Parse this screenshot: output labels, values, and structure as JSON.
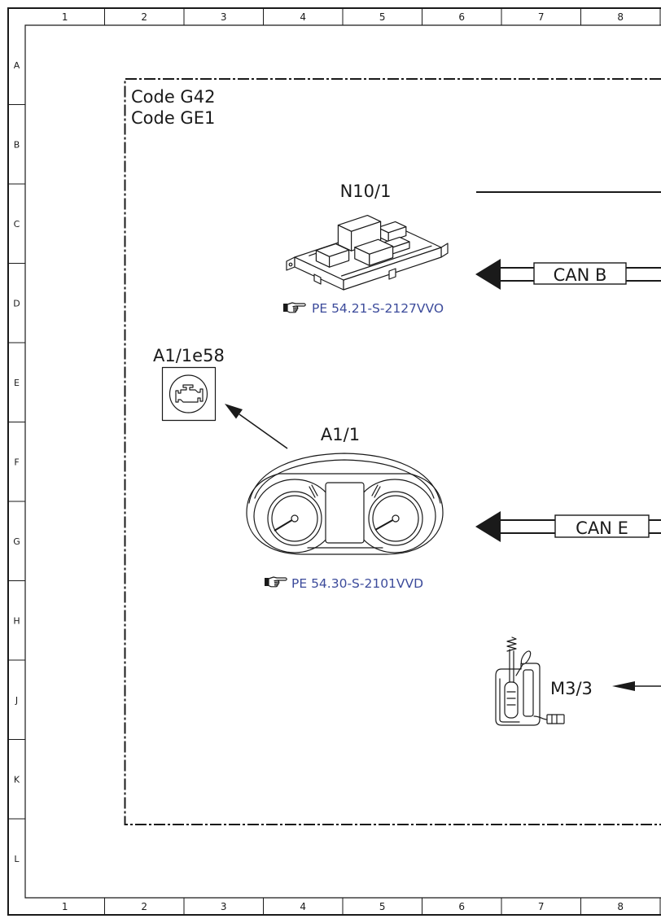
{
  "frame": {
    "columns": [
      "1",
      "2",
      "3",
      "4",
      "5",
      "6",
      "7",
      "8"
    ],
    "rows": [
      "A",
      "B",
      "C",
      "D",
      "E",
      "F",
      "G",
      "H",
      "J",
      "K",
      "L"
    ]
  },
  "scope": {
    "code_1": "Code G42",
    "code_2": "Code GE1"
  },
  "components": {
    "n10_1": {
      "label": "N10/1",
      "reference": "PE 54.21-S-2127VVO",
      "reference_icon": "pointing-hand-icon"
    },
    "a1_1e58": {
      "label": "A1/1e58",
      "icon": "check-engine-icon"
    },
    "a1_1": {
      "label": "A1/1",
      "reference": "PE 54.30-S-2101VVD",
      "reference_icon": "pointing-hand-icon"
    },
    "m3_3": {
      "label": "M3/3"
    }
  },
  "buses": {
    "can_b": "CAN B",
    "can_e": "CAN E"
  },
  "colors": {
    "line": "#1a1a1a",
    "reference_link": "#3c4b9b",
    "background": "#ffffff"
  }
}
